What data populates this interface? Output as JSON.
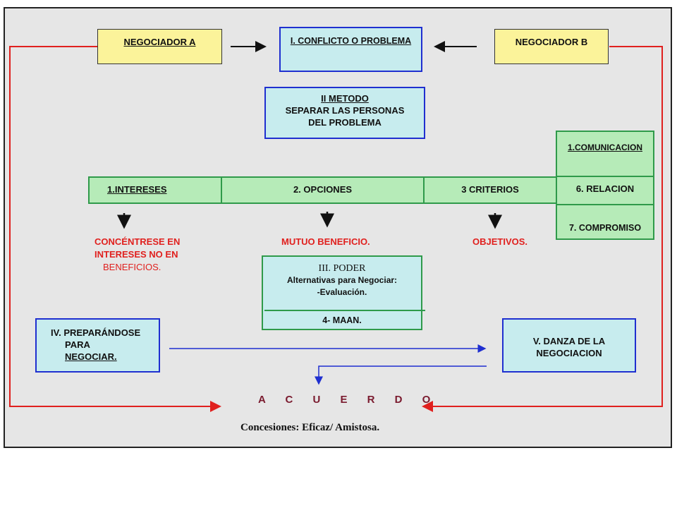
{
  "negotiator_a": "NEGOCIADOR  A",
  "negotiator_b": "NEGOCIADOR  B",
  "conflict": "I. CONFLICTO O PROBLEMA",
  "method": {
    "title": "II METODO",
    "line1": "SEPARAR LAS PERSONAS",
    "line2": "DEL PROBLEMA"
  },
  "row": {
    "c1": "1.INTERESES",
    "c2": "2. OPCIONES",
    "c3": "3 CRITERIOS",
    "c4": "6. RELACION"
  },
  "side": {
    "top": "1.COMUNICACION",
    "bottom": "7. COMPROMISO"
  },
  "notes": {
    "intereses_l1": "CONCÉNTRESE EN",
    "intereses_l2": "INTERESES NO EN",
    "intereses_l3": "BENEFICIOS.",
    "opciones": "MUTUO BENEFICIO.",
    "criterios": "OBJETIVOS."
  },
  "poder": {
    "title": "III. PODER",
    "line1": "Alternativas para Negociar:",
    "line2": "-Evaluación.",
    "maan": "4- MAAN."
  },
  "preparando": {
    "line1": "IV. PREPARÁNDOSE",
    "line2": "PARA",
    "line3": "NEGOCIAR."
  },
  "danza": {
    "line1": "V. DANZA DE LA",
    "line2": "NEGOCIACION"
  },
  "acuerdo": "A C U E R D O",
  "concesiones": "Concesiones: Eficaz/ Amistosa.",
  "colors": {
    "yellow": "#fbf39a",
    "cyan": "#c7ecee",
    "green": "#b6ebb8",
    "red": "#e0201e",
    "blue": "#1f2fd0",
    "maroon": "#7a1a2e"
  }
}
